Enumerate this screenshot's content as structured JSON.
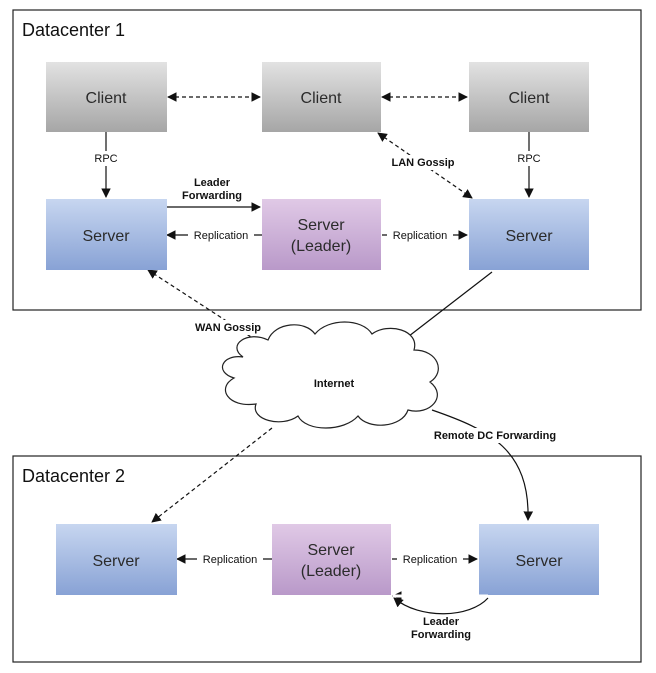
{
  "datacenters": [
    {
      "title": "Datacenter 1"
    },
    {
      "title": "Datacenter 2"
    }
  ],
  "nodes": {
    "dc1_client_left": "Client",
    "dc1_client_mid": "Client",
    "dc1_client_right": "Client",
    "dc1_server_left": "Server",
    "dc1_leader_line1": "Server",
    "dc1_leader_line2": "(Leader)",
    "dc1_server_right": "Server",
    "dc2_server_left": "Server",
    "dc2_leader_line1": "Server",
    "dc2_leader_line2": "(Leader)",
    "dc2_server_right": "Server"
  },
  "labels": {
    "rpc_left": "RPC",
    "rpc_right": "RPC",
    "lan_gossip": "LAN Gossip",
    "dc1_leader_fwd_line1": "Leader",
    "dc1_leader_fwd_line2": "Forwarding",
    "dc1_repl_left": "Replication",
    "dc1_repl_right": "Replication",
    "wan_gossip": "WAN Gossip",
    "internet": "Internet",
    "remote_dc_forwarding": "Remote DC Forwarding",
    "dc2_repl_left": "Replication",
    "dc2_repl_right": "Replication",
    "dc2_leader_fwd_line1": "Leader",
    "dc2_leader_fwd_line2": "Forwarding"
  },
  "colors": {
    "client_top": "#e0e0e0",
    "client_bottom": "#a7a7a7",
    "server_top": "#c5d5ef",
    "server_bottom": "#8aa3d6",
    "leader_top": "#ddc5e4",
    "leader_bottom": "#bb9acb"
  }
}
